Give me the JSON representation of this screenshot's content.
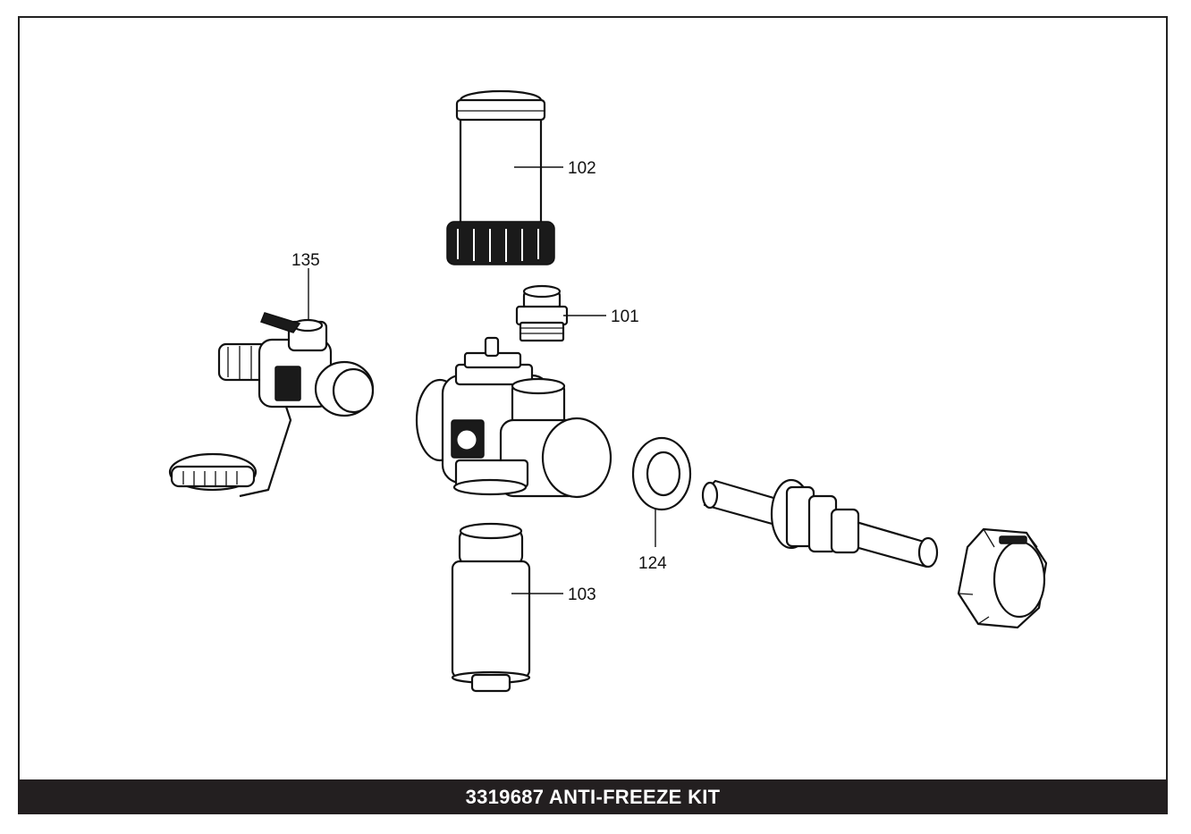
{
  "title": "3319687 ANTI-FREEZE KIT",
  "callouts": {
    "c102": "102",
    "c135": "135",
    "c101": "101",
    "c124": "124",
    "c103": "103"
  },
  "colors": {
    "title_bar": "#231f20",
    "title_text": "#ffffff",
    "line": "#111111"
  }
}
